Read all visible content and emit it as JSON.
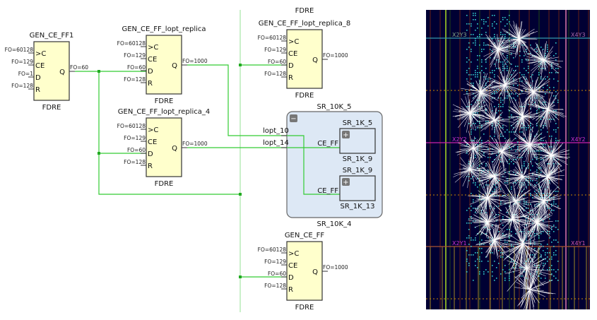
{
  "schematic": {
    "top_clipped_label": "FDRE",
    "cells": [
      {
        "id": "ff1",
        "name": "GEN_CE_FF1",
        "type": "FDRE",
        "pins": [
          {
            "pin": ">C",
            "fo": "FO=60128"
          },
          {
            "pin": "CE",
            "fo": "FO=129"
          },
          {
            "pin": "D",
            "fo": "FO=1"
          },
          {
            "pin": "R",
            "fo": "FO=128"
          }
        ],
        "q": "Q",
        "q_fo": "FO=60"
      },
      {
        "id": "rep",
        "name": "GEN_CE_FF_lopt_replica",
        "type": "FDRE",
        "pins": [
          {
            "pin": ">C",
            "fo": "FO=60128"
          },
          {
            "pin": "CE",
            "fo": "FO=129"
          },
          {
            "pin": "D",
            "fo": "FO=60"
          },
          {
            "pin": "R",
            "fo": "FO=128"
          }
        ],
        "q": "Q",
        "q_fo": "FO=1000"
      },
      {
        "id": "rep4",
        "name": "GEN_CE_FF_lopt_replica_4",
        "type": "FDRE",
        "pins": [
          {
            "pin": ">C",
            "fo": "FO=60128"
          },
          {
            "pin": "CE",
            "fo": "FO=129"
          },
          {
            "pin": "D",
            "fo": "FO=60"
          },
          {
            "pin": "R",
            "fo": "FO=128"
          }
        ],
        "q": "Q",
        "q_fo": "FO=1000"
      },
      {
        "id": "rep8",
        "name": "GEN_CE_FF_lopt_replica_8",
        "type": "FDRE",
        "pins": [
          {
            "pin": ">C",
            "fo": "FO=60128"
          },
          {
            "pin": "CE",
            "fo": "FO=129"
          },
          {
            "pin": "D",
            "fo": "FO=60"
          },
          {
            "pin": "R",
            "fo": "FO=128"
          }
        ],
        "q": "Q",
        "q_fo": "FO=1000"
      },
      {
        "id": "ff",
        "name": "GEN_CE_FF",
        "type": "FDRE",
        "pins": [
          {
            "pin": ">C",
            "fo": "FO=60128"
          },
          {
            "pin": "CE",
            "fo": "FO=129"
          },
          {
            "pin": "D",
            "fo": "FO=60"
          },
          {
            "pin": "R",
            "fo": "FO=128"
          }
        ],
        "q": "Q",
        "q_fo": "FO=1000"
      }
    ],
    "hier": {
      "name_top": "SR_10K_5",
      "name_bottom": "SR_10K_4",
      "collapse_glyph": "−",
      "ports": [
        "lopt_10",
        "lopt_14"
      ],
      "sub": [
        {
          "name_top": "SR_1K_5",
          "name_bottom": "SR_1K_9",
          "pin": "CE_FF",
          "expand_glyph": "+"
        },
        {
          "name_top": "SR_1K_9",
          "name_bottom": "SR_1K_13",
          "pin": "CE_FF",
          "expand_glyph": "+"
        }
      ]
    },
    "colors": {
      "net": "#33cc33",
      "cell_fill": "#ffffcc",
      "hier_fill": "#dde8f5"
    }
  },
  "device": {
    "clock_regions": [
      "X2Y3",
      "X4Y3",
      "X2Y2",
      "X4Y2",
      "X2Y1",
      "X4Y1"
    ],
    "colors": {
      "background": "#000033",
      "nets": "#ffffff",
      "cells": "#33cccc"
    }
  }
}
